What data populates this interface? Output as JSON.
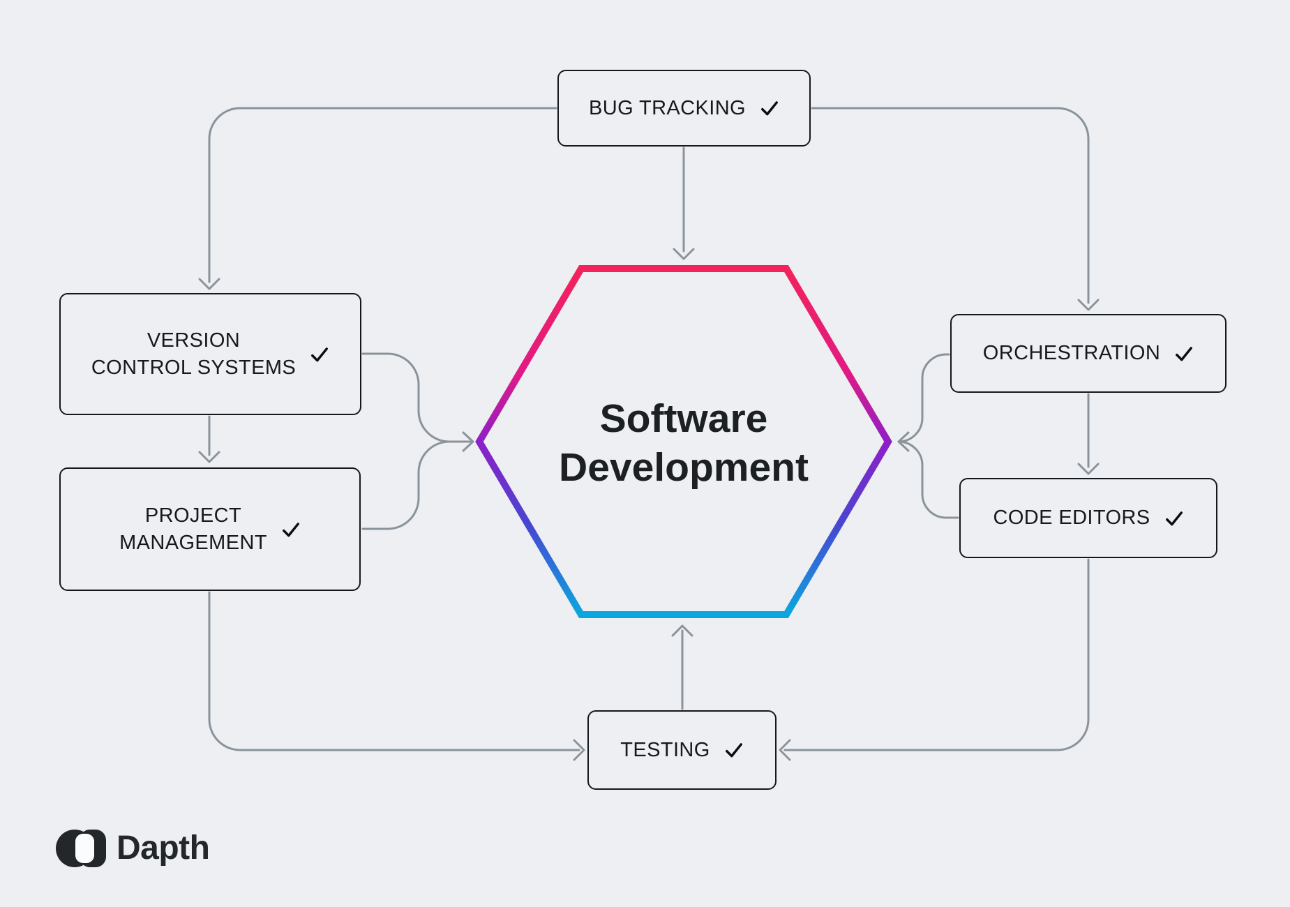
{
  "page": {
    "background": "#EDEFF2"
  },
  "hexagon": {
    "title": "Software Development",
    "gradient": {
      "top": "#F2235B",
      "upper_mid": "#E11A84",
      "mid": "#8E1FC6",
      "lower_mid": "#4746D2",
      "bottom": "#0AA7DE"
    }
  },
  "nodes": {
    "bug_tracking": {
      "label": "BUG TRACKING",
      "checked": true
    },
    "version_control": {
      "label": "VERSION\nCONTROL SYSTEMS",
      "checked": true
    },
    "project_management": {
      "label": "PROJECT\nMANAGEMENT",
      "checked": true
    },
    "orchestration": {
      "label": "ORCHESTRATION",
      "checked": true
    },
    "code_editors": {
      "label": "CODE EDITORS",
      "checked": true
    },
    "testing": {
      "label": "TESTING",
      "checked": true
    }
  },
  "logo": {
    "text": "Dapth"
  },
  "colors": {
    "bg": "#EDEFF2",
    "line": "#8A939B",
    "border": "#14171B",
    "check": "#0B0D0F",
    "text": "#16191C",
    "title": "#1D2023",
    "ink": "#24272A",
    "cut": "#FBFCFD"
  }
}
